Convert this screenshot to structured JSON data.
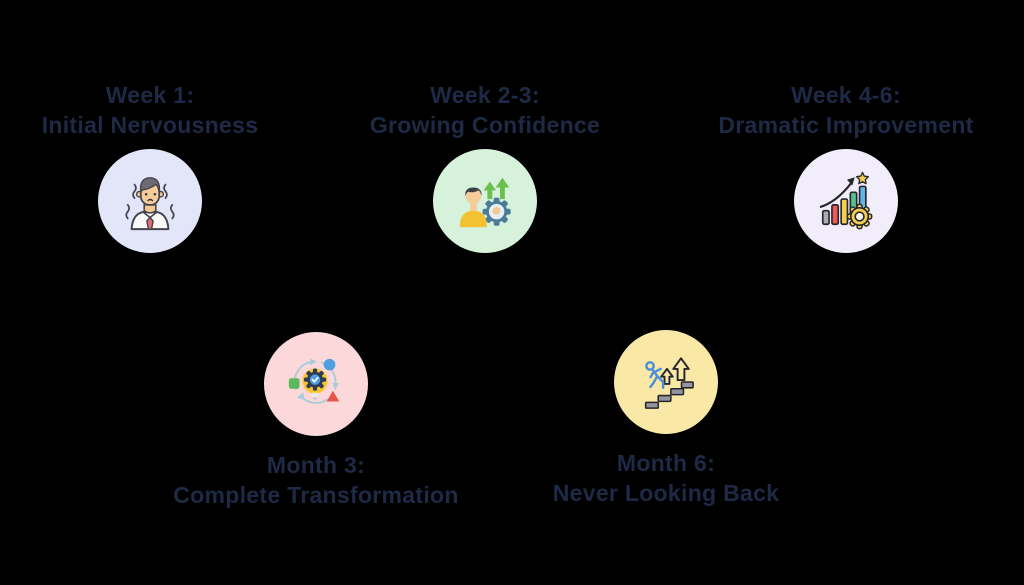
{
  "canvas": {
    "background_color": "#000000",
    "title_text_color": "#1e2a45"
  },
  "timeline": {
    "items": [
      {
        "id": "week-1",
        "title_line1": "Week 1:",
        "title_line2": "Initial Nervousness",
        "icon": "nervous-person-icon",
        "circle_color": "#e3e6f9",
        "label_position": "above"
      },
      {
        "id": "week-2-3",
        "title_line1": "Week 2-3:",
        "title_line2": "Growing Confidence",
        "icon": "growing-confidence-icon",
        "circle_color": "#d6f2da",
        "label_position": "above"
      },
      {
        "id": "week-4-6",
        "title_line1": "Week 4-6:",
        "title_line2": "Dramatic Improvement",
        "icon": "improvement-chart-icon",
        "circle_color": "#f1edfa",
        "label_position": "above"
      },
      {
        "id": "month-3",
        "title_line1": "Month 3:",
        "title_line2": "Complete Transformation",
        "icon": "transformation-cycle-icon",
        "circle_color": "#fcd8da",
        "label_position": "below"
      },
      {
        "id": "month-6",
        "title_line1": "Month 6:",
        "title_line2": "Never Looking Back",
        "icon": "climbing-stairs-icon",
        "circle_color": "#fae8a6",
        "label_position": "below"
      }
    ]
  }
}
